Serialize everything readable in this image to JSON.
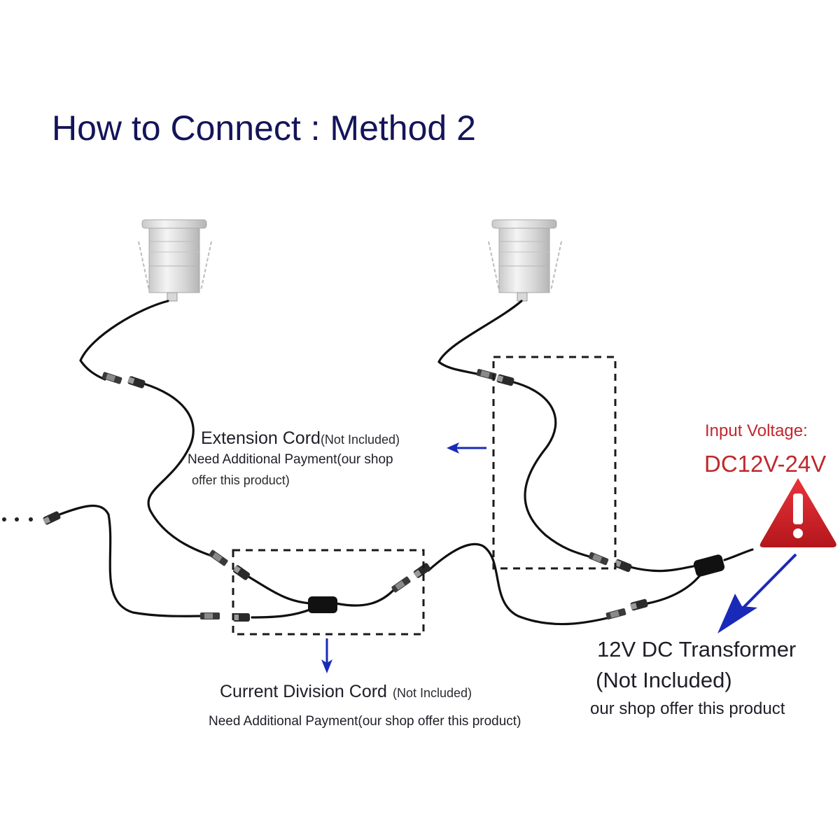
{
  "title": "How to Connect : Method 2",
  "extension_cord": {
    "name": "Extension Cord",
    "status": "(Not Included)",
    "note_line1": "Need Additional Payment(our shop",
    "note_line2": "offer this product)"
  },
  "input_voltage": {
    "label": "Input Voltage:",
    "value": "DC12V-24V",
    "warning_icon": "warning-triangle-icon",
    "color": "#c0282c"
  },
  "current_division_cord": {
    "name": "Current Division Cord",
    "status": "(Not Included)",
    "note": "Need Additional Payment(our shop offer this product)"
  },
  "transformer": {
    "name": "12V DC Transformer",
    "status": "(Not Included)",
    "note": "our shop offer this product"
  },
  "components": {
    "light_count": 2,
    "lights": [
      "recessed-led-light",
      "recessed-led-light"
    ],
    "arrow_color": "#1a2ab8",
    "continuation": "dotted-line-continues-left"
  }
}
